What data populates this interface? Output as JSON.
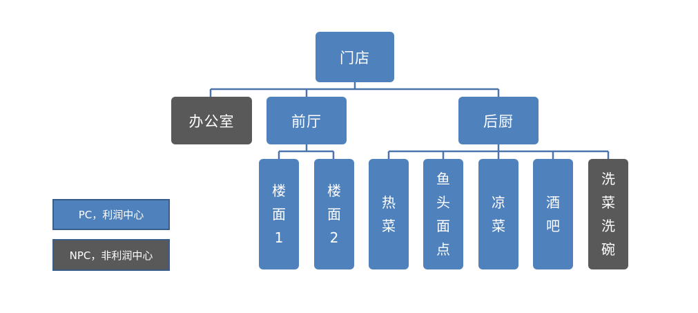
{
  "colors": {
    "profit_center": "#4f81bd",
    "non_profit_center": "#595959",
    "connector": "#4a74aa"
  },
  "nodes": {
    "store": "门店",
    "office": "办公室",
    "front_hall": "前厅",
    "kitchen": "后厨",
    "floor1": "楼面1",
    "floor2": "楼面2",
    "hot_dishes": "热菜",
    "fish_noodles": "鱼头面点",
    "cold_dishes": "凉菜",
    "bar": "酒吧",
    "dishwashing": "洗菜洗碗"
  },
  "legend": {
    "pc": "PC，利润中心",
    "npc": "NPC，非利润中心"
  }
}
